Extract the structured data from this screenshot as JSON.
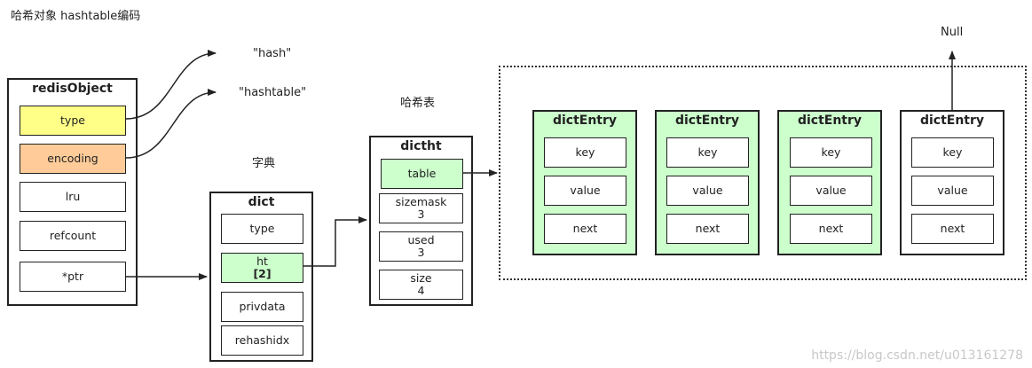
{
  "title": "哈希对象 hashtable编码",
  "labels": {
    "hash": "\"hash\"",
    "hashtable": "\"hashtable\"",
    "dict_caption": "字典",
    "hashtable_caption": "哈希表",
    "null": "Null"
  },
  "redisObject": {
    "title": "redisObject",
    "fields": [
      "type",
      "encoding",
      "lru",
      "refcount",
      "*ptr"
    ]
  },
  "dict": {
    "title": "dict",
    "fields": [
      "type",
      "ht [2]",
      "privdata",
      "rehashidx"
    ]
  },
  "dictht": {
    "title": "dictht",
    "table": "table",
    "sizemask": {
      "label": "sizemask",
      "value": "3"
    },
    "used": {
      "label": "used",
      "value": "3"
    },
    "size": {
      "label": "size",
      "value": "4"
    }
  },
  "entries": [
    {
      "title": "dictEntry",
      "fields": [
        "key",
        "value",
        "next"
      ]
    },
    {
      "title": "dictEntry",
      "fields": [
        "key",
        "value",
        "next"
      ]
    },
    {
      "title": "dictEntry",
      "fields": [
        "key",
        "value",
        "next"
      ]
    },
    {
      "title": "dictEntry",
      "fields": [
        "key",
        "value",
        "next"
      ]
    }
  ],
  "watermark": "https://blog.csdn.net/u013161278",
  "colors": {
    "type_fill": "#ffff88",
    "encoding_fill": "#ffcc99",
    "green_fill": "#ccffcc",
    "line": "#333333"
  }
}
